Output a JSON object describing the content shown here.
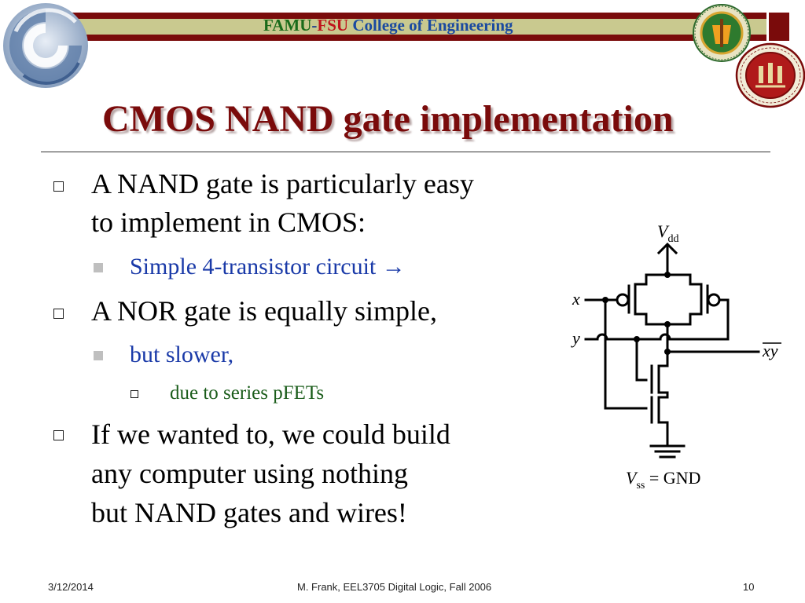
{
  "header": {
    "college_famu": "FAMU",
    "college_dash": "-",
    "college_fsu": "FSU",
    "college_rest": " College of Engineering"
  },
  "title": "CMOS NAND gate implementation",
  "bullets": [
    {
      "lines": [
        "A NAND gate is particularly easy",
        "to implement in CMOS:"
      ]
    },
    {
      "sub": "Simple 4-transistor circuit",
      "arrow": "→"
    },
    {
      "lines": [
        "A NOR gate is equally simple,"
      ]
    },
    {
      "sub": "but slower,"
    },
    {
      "subsub": "due to series pFETs"
    },
    {
      "lines": [
        "If we wanted to, we could build",
        "any computer using nothing",
        "but NAND gates and wires!"
      ]
    }
  ],
  "circuit": {
    "vdd_main": "V",
    "vdd_sub": "dd",
    "input_x": "x",
    "input_y": "y",
    "output": "xy",
    "vss_main": "V",
    "vss_sub": "ss",
    "vss_rest": " = GND"
  },
  "footer": {
    "date": "3/12/2014",
    "author": "M. Frank, EEL3705 Digital Logic, Fall 2006",
    "page": "10"
  },
  "colors": {
    "title": "#7a0b0b",
    "band_dark": "#7a0b0b",
    "band_light": "#c9c98f",
    "sub_bullet": "#1a3aa8",
    "subsub_bullet": "#1a5c1a"
  }
}
